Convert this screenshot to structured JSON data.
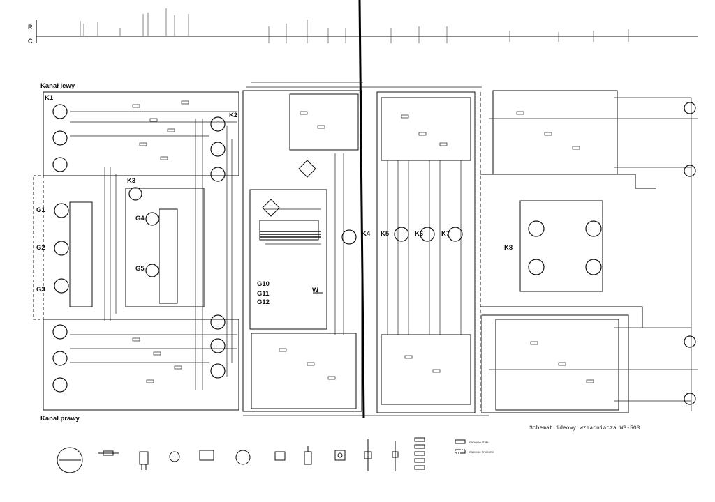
{
  "rails": {
    "r": "R",
    "c": "C"
  },
  "sections": {
    "left": "Kanał lewy",
    "right": "Kanał prawy"
  },
  "caption": "Schemat ideowy wzmacniacza WS-503",
  "boards": [
    {
      "key": "k1",
      "label": "K1"
    },
    {
      "key": "k2",
      "label": "K2"
    },
    {
      "key": "k3",
      "label": "K3"
    },
    {
      "key": "k4",
      "label": "K4"
    },
    {
      "key": "k5",
      "label": "K5"
    },
    {
      "key": "k6",
      "label": "K6"
    },
    {
      "key": "k7",
      "label": "K7"
    },
    {
      "key": "k8",
      "label": "K8"
    }
  ],
  "groups": [
    {
      "key": "g1",
      "label": "G1"
    },
    {
      "key": "g2",
      "label": "G2"
    },
    {
      "key": "g3",
      "label": "G3"
    },
    {
      "key": "g4",
      "label": "G4"
    },
    {
      "key": "g5",
      "label": "G5"
    },
    {
      "key": "g10",
      "label": "G10"
    },
    {
      "key": "g11",
      "label": "G11"
    },
    {
      "key": "g12",
      "label": "G12"
    }
  ],
  "power_mark": "W",
  "legend": {
    "line1": "napięcie stałe",
    "line2": "napięcie zmienne"
  }
}
